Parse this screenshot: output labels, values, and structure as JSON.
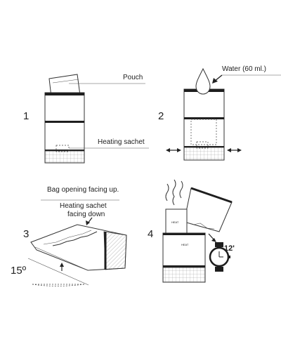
{
  "steps": {
    "step1": {
      "number": "1",
      "callouts": {
        "pouch": "Pouch",
        "heating_sachet": "Heating sachet"
      }
    },
    "step2": {
      "number": "2",
      "callouts": {
        "water": "Water (60 ml.)"
      }
    },
    "step3": {
      "number": "3",
      "captions": {
        "bag_opening": "Bag opening facing up.",
        "heating_sachet_line1": "Heating sachet",
        "heating_sachet_line2": "facing down"
      },
      "angle_label": "15º"
    },
    "step4": {
      "number": "4",
      "timer_label": "12'"
    }
  },
  "icons": [
    "water-drop-icon",
    "arrow-icon",
    "steam-icon",
    "wristwatch-icon"
  ]
}
